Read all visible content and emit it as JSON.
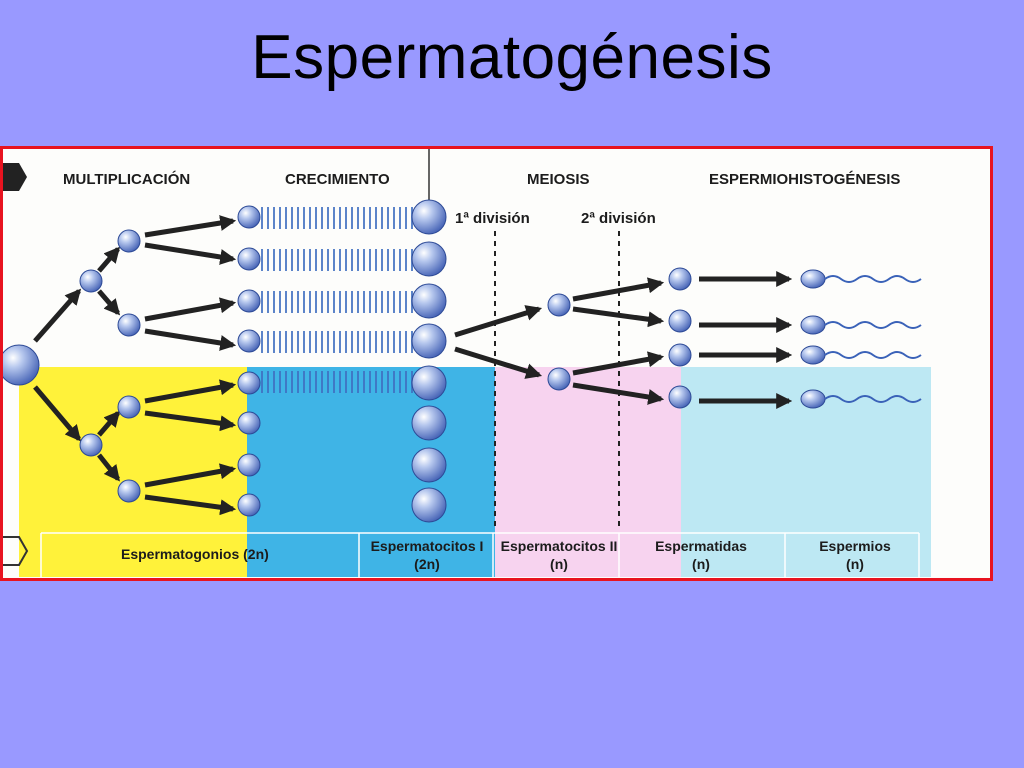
{
  "slide": {
    "title": "Espermatogénesis"
  },
  "diagram": {
    "phases": [
      "MULTIPLICACIÓN",
      "CRECIMIENTO",
      "MEIOSIS",
      "ESPERMIOHISTOGÉNESIS"
    ],
    "divisions": [
      "1ª división",
      "2ª división"
    ],
    "cell_types": [
      {
        "name": "Espermatogonios (2n)"
      },
      {
        "name": "Espermatocitos I",
        "ploidy": "(2n)"
      },
      {
        "name": "Espermatocitos II",
        "ploidy": "(n)"
      },
      {
        "name": "Espermatidas",
        "ploidy": "(n)"
      },
      {
        "name": "Espermios",
        "ploidy": "(n)"
      }
    ],
    "colors": {
      "border": "#e8131f",
      "multiplication_zone": "#fff23a",
      "growth_zone": "#3fb4e6",
      "meiosis_zone": "#f7d3ef",
      "spermiohistogenesis_zone": "#bde8f3",
      "cell": "#7a9ad8",
      "arrow": "#222222"
    }
  }
}
